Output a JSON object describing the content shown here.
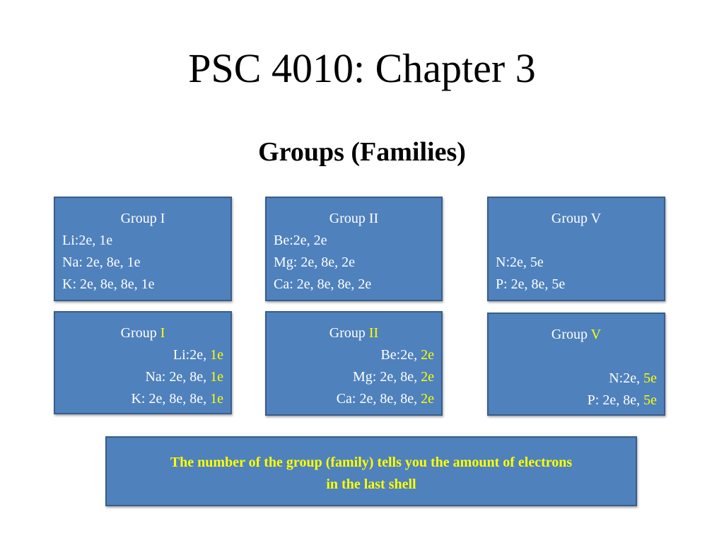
{
  "slide": {
    "title": "PSC 4010: Chapter 3",
    "subtitle": "Groups (Families)"
  },
  "boxes_top": [
    {
      "heading": "Group I",
      "lines": [
        "Li:2e, 1e",
        "Na: 2e, 8e, 1e",
        "K: 2e, 8e, 8e, 1e"
      ]
    },
    {
      "heading": "Group II",
      "lines": [
        "Be:2e, 2e",
        "Mg: 2e, 8e, 2e",
        "Ca: 2e, 8e, 8e, 2e"
      ]
    },
    {
      "heading": "Group V",
      "lines": [
        "N:2e, 5e",
        "P: 2e, 8e, 5e"
      ]
    }
  ],
  "boxes_bottom": [
    {
      "heading_prefix": "Group ",
      "heading_highlight": "I",
      "lines": [
        {
          "prefix": "Li:2e, ",
          "highlight": "1e"
        },
        {
          "prefix": "Na: 2e, 8e, ",
          "highlight": "1e"
        },
        {
          "prefix": "K: 2e, 8e, 8e, ",
          "highlight": "1e"
        }
      ]
    },
    {
      "heading_prefix": "Group ",
      "heading_highlight": "II",
      "lines": [
        {
          "prefix": "Be:2e, ",
          "highlight": "2e"
        },
        {
          "prefix": "Mg: 2e, 8e, ",
          "highlight": "2e"
        },
        {
          "prefix": "Ca: 2e, 8e, 8e, ",
          "highlight": "2e"
        }
      ]
    },
    {
      "heading_prefix": "Group ",
      "heading_highlight": "V",
      "lines": [
        {
          "prefix": "N:2e, ",
          "highlight": "5e"
        },
        {
          "prefix": "P: 2e, 8e, ",
          "highlight": "5e"
        }
      ]
    }
  ],
  "note": {
    "line1": "The number of the group (family) tells you the amount of electrons",
    "line2": "in the last shell"
  },
  "colors": {
    "box_fill": "#4f81bd",
    "box_border": "#385d8a",
    "text_white": "#ffffff",
    "highlight_yellow": "#ffff00"
  }
}
